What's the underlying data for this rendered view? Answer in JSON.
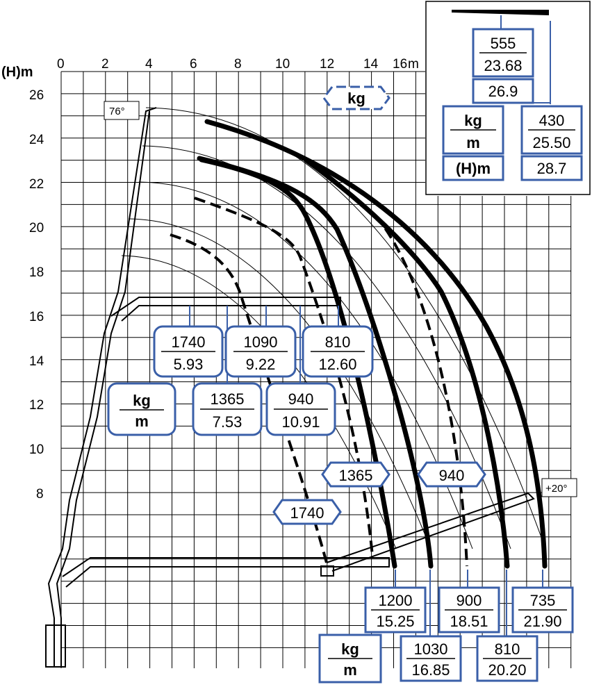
{
  "axes": {
    "y_label": "(H)m",
    "x_unit": "m",
    "x_ticks": [
      "0",
      "2",
      "4",
      "6",
      "8",
      "10",
      "12",
      "14",
      "16"
    ],
    "y_ticks": [
      "26",
      "24",
      "22",
      "20",
      "18",
      "16",
      "14",
      "12",
      "10",
      "8"
    ]
  },
  "angle_labels": {
    "max": "76°",
    "min": "+20°"
  },
  "legend": {
    "kg": "kg",
    "m": "m",
    "hm": "(H)m"
  },
  "inset": {
    "load1": "555",
    "reach1": "23.68",
    "height1": "26.9",
    "load2": "430",
    "reach2": "25.50",
    "height2": "28.7"
  },
  "upper_boxes": [
    {
      "kg": "1740",
      "m": "5.93"
    },
    {
      "kg": "1090",
      "m": "9.22"
    },
    {
      "kg": "810",
      "m": "12.60"
    },
    {
      "kg": "1365",
      "m": "7.53"
    },
    {
      "kg": "940",
      "m": "10.91"
    }
  ],
  "mid_tags": [
    "kg",
    "1365",
    "940",
    "1740"
  ],
  "bottom_boxes": [
    {
      "kg": "1200",
      "m": "15.25"
    },
    {
      "kg": "900",
      "m": "18.51"
    },
    {
      "kg": "735",
      "m": "21.90"
    },
    {
      "kg": "1030",
      "m": "16.85"
    },
    {
      "kg": "810",
      "m": "20.20"
    }
  ],
  "colors": {
    "box_border": "#3a5fa8",
    "line": "#000000"
  }
}
